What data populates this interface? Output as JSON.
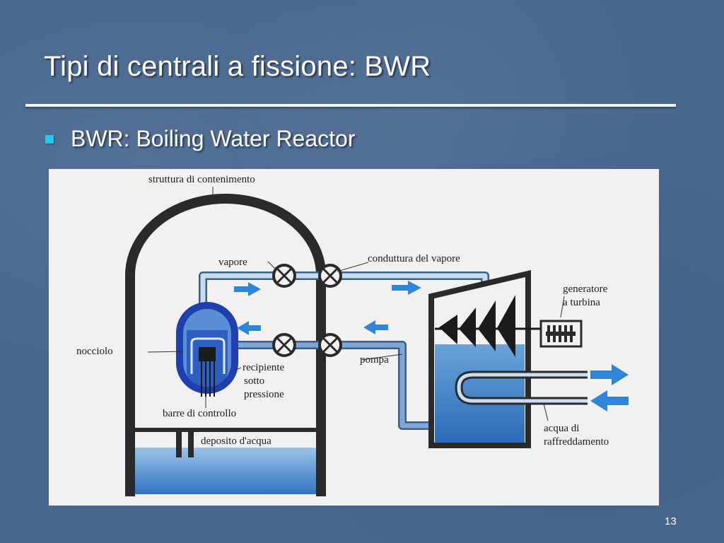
{
  "slide": {
    "title": "Tipi di centrali a fissione: BWR",
    "bullet": "BWR: Boiling Water Reactor",
    "page_number": "13"
  },
  "diagram": {
    "labels": {
      "containment": "struttura di contenimento",
      "steam": "vapore",
      "steam_pipe": "conduttura del vapore",
      "generator_line1": "generatore",
      "generator_line2": "a turbina",
      "core": "nocciolo",
      "vessel_line1": "recipiente",
      "vessel_line2": "sotto",
      "vessel_line3": "pressione",
      "pump": "pompa",
      "control_rods": "barre di controllo",
      "water_tank": "deposito d'acqua",
      "cooling_line1": "acqua di",
      "cooling_line2": "raffreddamento"
    }
  },
  "colors": {
    "bullet": "#27c7f2",
    "water": "#3b7fc6",
    "vessel": "#1f3fae",
    "arrow": "#2f86d8",
    "pipe": "#7fa8d8",
    "dark": "#2a2a2a"
  }
}
